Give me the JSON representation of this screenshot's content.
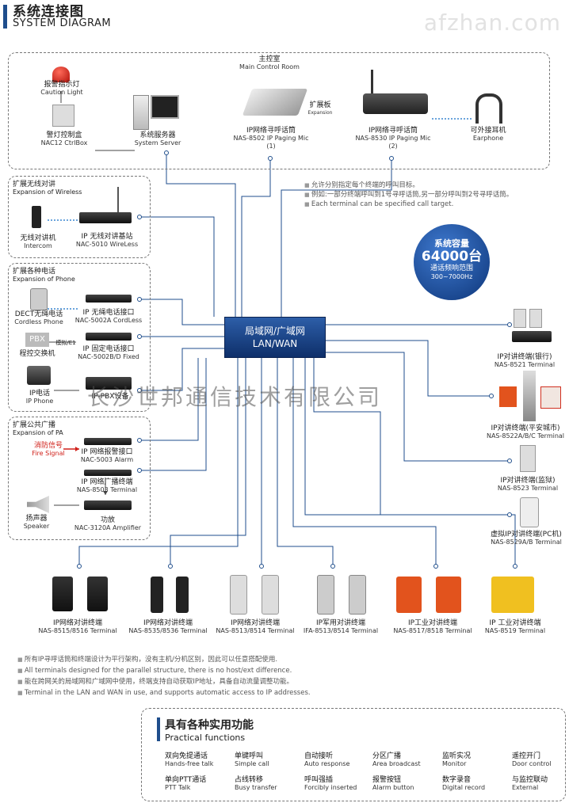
{
  "header": {
    "title_cn": "系统连接图",
    "title_en": "SYSTEM DIAGRAM",
    "watermark": "afzhan.com"
  },
  "main_room": {
    "title_cn": "主控室",
    "title_en": "Main Control Room",
    "caution_light": {
      "cn": "报警指示灯",
      "en": "Caution Light"
    },
    "ctrlbox": {
      "cn": "警灯控制盒",
      "en": "NAC12  CtrlBox"
    },
    "server": {
      "cn": "系统服务器",
      "en": "System Server"
    },
    "expansion": {
      "cn": "扩展板",
      "en": "Expansion"
    },
    "mic1": {
      "cn": "IP网络寻呼话筒",
      "en": "NAS-8502 IP Paging Mic",
      "num": "(1)"
    },
    "mic2": {
      "cn": "IP网络寻呼话筒",
      "en": "NAS-8530 IP Paging Mic",
      "num": "(2)"
    },
    "earphone": {
      "cn": "可外接耳机",
      "en": "Earphone"
    }
  },
  "wireless": {
    "title_cn": "扩展无线对讲",
    "title_en": "Expansion of Wireless",
    "intercom": {
      "cn": "无线对讲机",
      "en": "Intercom"
    },
    "base": {
      "cn": "IP 无线对讲基站",
      "en": "NAC-5010 WireLess"
    }
  },
  "phone": {
    "title_cn": "扩展各种电话",
    "title_en": "Expansion of Phone",
    "dect": {
      "cn": "DECT无绳电话",
      "en": "Cordless Phone"
    },
    "cordless_if": {
      "cn": "IP 无绳电话接口",
      "en": "NAC-5002A CordLess"
    },
    "pbx": "PBX",
    "analog": "模拟/E1",
    "pbx_label": "程控交换机",
    "fixed_if": {
      "cn": "IP 固定电话接口",
      "en": "NAC-5002B/D Fixed"
    },
    "ipphone": {
      "cn": "IP电话",
      "en": "IP Phone"
    },
    "ippbx": "IP-PBX设备"
  },
  "pa": {
    "title_cn": "扩展公共广播",
    "title_en": "Expansion of PA",
    "fire": {
      "cn": "消防信号",
      "en": "Fire Signal"
    },
    "alarm_if": {
      "cn": "IP 网络报警接口",
      "en": "NAC-5003 Alarm"
    },
    "bcast": {
      "cn": "IP 网络广播终端",
      "en": "NAS-8503 Terminal"
    },
    "speaker": {
      "cn": "扬声器",
      "en": "Speaker"
    },
    "amp": {
      "cn": "功放",
      "en": "NAC-3120A  Amplifier"
    }
  },
  "notes_top": [
    "允许分别指定每个终端的呼叫目标。",
    "例如:一部分终端呼叫到1号寻呼话筒,另一部分呼叫到2号寻呼话筒。",
    "Each terminal can be specified call target."
  ],
  "capacity": {
    "line1": "系统容量",
    "line2": "64000台",
    "line3": "通话频响范围",
    "line4": "300~7000Hz"
  },
  "lan": {
    "cn": "局域网/广域网",
    "en": "LAN/WAN"
  },
  "company": "长沙世邦通信技术有限公司",
  "right_terms": [
    {
      "cn": "IP对讲终端(银行)",
      "en": "NAS-8521 Terminal"
    },
    {
      "cn": "IP对讲终端(平安城市)",
      "en": "NAS-8522A/B/C Terminal"
    },
    {
      "cn": "IP对讲终端(监狱)",
      "en": "NAS-8523 Terminal"
    },
    {
      "cn": "虚拟IP对讲终端(PC机)",
      "en": "NAS-8529A/B Terminal"
    }
  ],
  "bottom_terms": [
    {
      "cn": "IP网络对讲终端",
      "en": "NAS-8515/8516 Terminal"
    },
    {
      "cn": "IP网络对讲终端",
      "en": "NAS-8535/8536 Terminal"
    },
    {
      "cn": "IP网络对讲终端",
      "en": "NAS-8513/8514 Terminal"
    },
    {
      "cn": "IP军用对讲终端",
      "en": "IFA-8513/8514 Terminal"
    },
    {
      "cn": "IP工业对讲终端",
      "en": "NAS-8517/8518 Terminal"
    },
    {
      "cn": "IP 工业对讲终端",
      "en": "NAS-8519 Terminal"
    }
  ],
  "notes_bottom": [
    "所有IP寻呼话筒和终端设计为平行架构，没有主机/分机区别，因此可以任意搭配使用.",
    "All terminals designed for the parallel structure, there is no host/ext difference.",
    "能在跨网关的局域网和广域网中使用，终端支持自动获取IP地址，具备自动流量调整功能。",
    "Terminal in the LAN and WAN in use, and supports automatic access to IP addresses."
  ],
  "functions": {
    "title_cn": "具有各种实用功能",
    "title_en": "Practical functions",
    "items": [
      {
        "cn": "双向免提通话",
        "en": "Hands-free talk"
      },
      {
        "cn": "单键呼叫",
        "en": "Simple call"
      },
      {
        "cn": "自动接听",
        "en": "Auto response"
      },
      {
        "cn": "分区广播",
        "en": "Area broadcast"
      },
      {
        "cn": "监听实况",
        "en": "Monitor"
      },
      {
        "cn": "遥控开门",
        "en": "Door control"
      },
      {
        "cn": "单向PTT通话",
        "en": "PTT Talk"
      },
      {
        "cn": "占线转移",
        "en": "Busy transfer"
      },
      {
        "cn": "呼叫强插",
        "en": "Forcibly inserted"
      },
      {
        "cn": "报警按钮",
        "en": "Alarm button"
      },
      {
        "cn": "数字录音",
        "en": "Digital record"
      },
      {
        "cn": "与监控联动",
        "en": "External"
      }
    ]
  },
  "colors": {
    "brand_blue": "#1f4e8c",
    "line": "#1f4e8c",
    "fire_red": "#d0201a"
  }
}
